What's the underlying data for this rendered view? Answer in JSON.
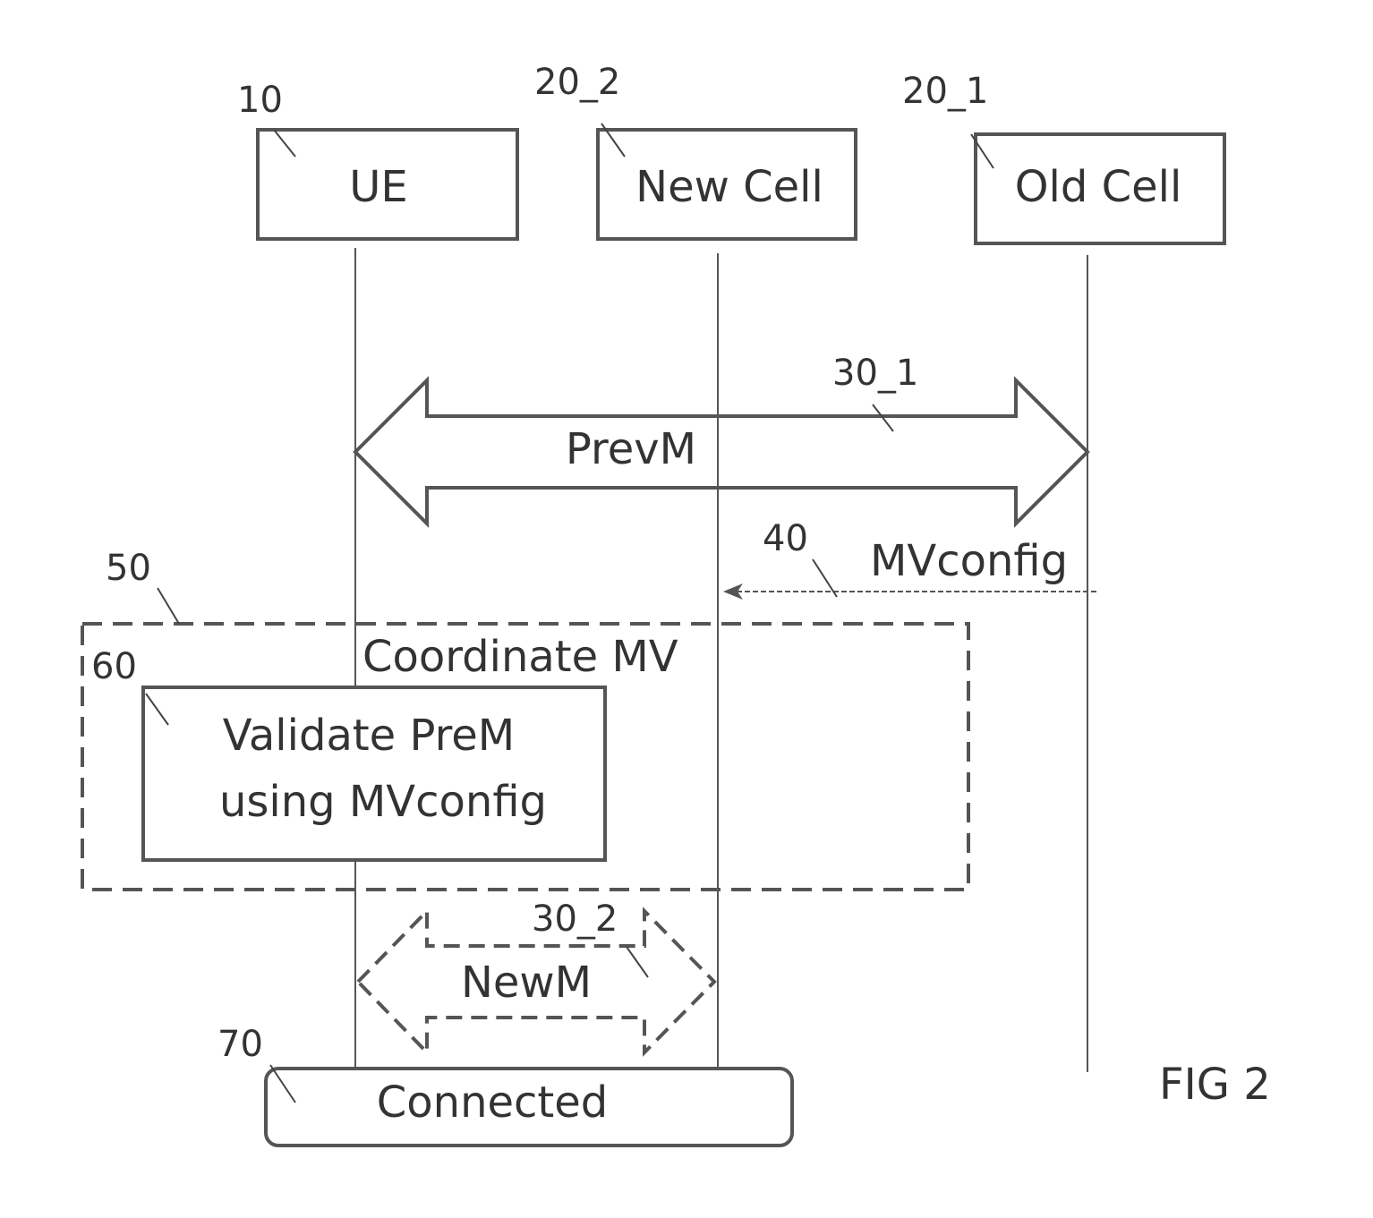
{
  "entities": {
    "ue": {
      "ref": "10",
      "label": "UE"
    },
    "new_cell": {
      "ref": "20_2",
      "label": "New Cell"
    },
    "old_cell": {
      "ref": "20_1",
      "label": "Old Cell"
    }
  },
  "messages": {
    "prev": {
      "ref": "30_1",
      "label": "PrevM"
    },
    "mvconfig": {
      "ref": "40",
      "label": "MVconfig"
    },
    "new": {
      "ref": "30_2",
      "label": "NewM"
    }
  },
  "coordinate": {
    "ref": "50",
    "label": "Coordinate MV"
  },
  "validate": {
    "ref": "60",
    "line1": "Validate PreM",
    "line2": "using MVconfig"
  },
  "connected": {
    "ref": "70",
    "label": "Connected"
  },
  "figure_label": "FIG 2"
}
